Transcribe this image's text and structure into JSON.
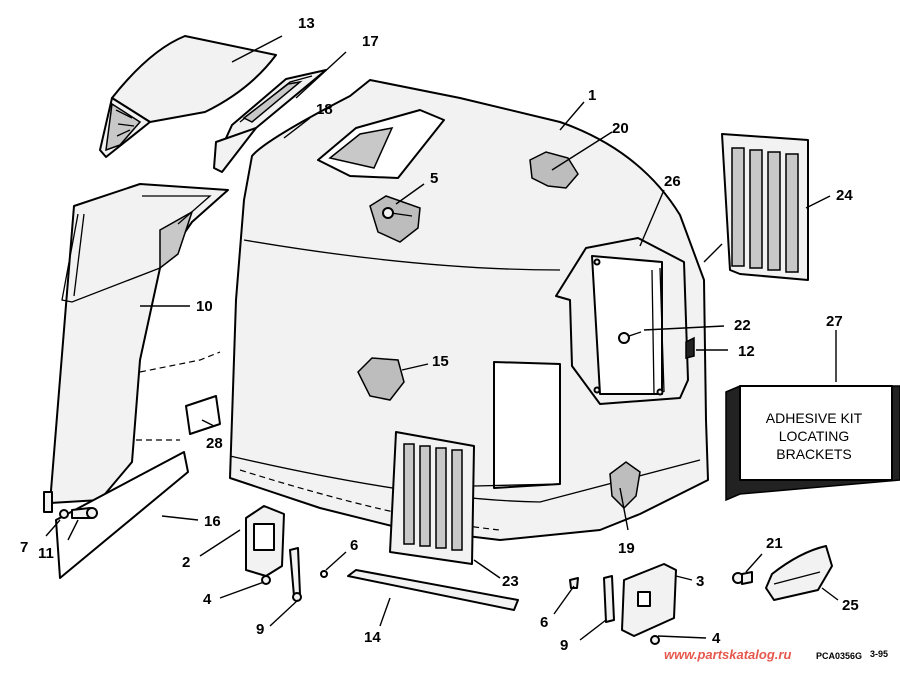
{
  "callouts": {
    "c1": "1",
    "c2": "2",
    "c3": "3",
    "c4a": "4",
    "c4b": "4",
    "c5": "5",
    "c6a": "6",
    "c6b": "6",
    "c7": "7",
    "c9a": "9",
    "c9b": "9",
    "c10": "10",
    "c11": "11",
    "c12": "12",
    "c13": "13",
    "c14": "14",
    "c15": "15",
    "c16": "16",
    "c17": "17",
    "c18": "18",
    "c19": "19",
    "c20": "20",
    "c21": "21",
    "c22": "22",
    "c23": "23",
    "c24": "24",
    "c25": "25",
    "c26": "26",
    "c27": "27",
    "c28": "28"
  },
  "kit_box": {
    "line1": "ADHESIVE KIT",
    "line2": "LOCATING",
    "line3": "BRACKETS"
  },
  "footer": {
    "code": "PCA0356G",
    "date": "3-95",
    "watermark": "www.partskatalog.ru"
  }
}
